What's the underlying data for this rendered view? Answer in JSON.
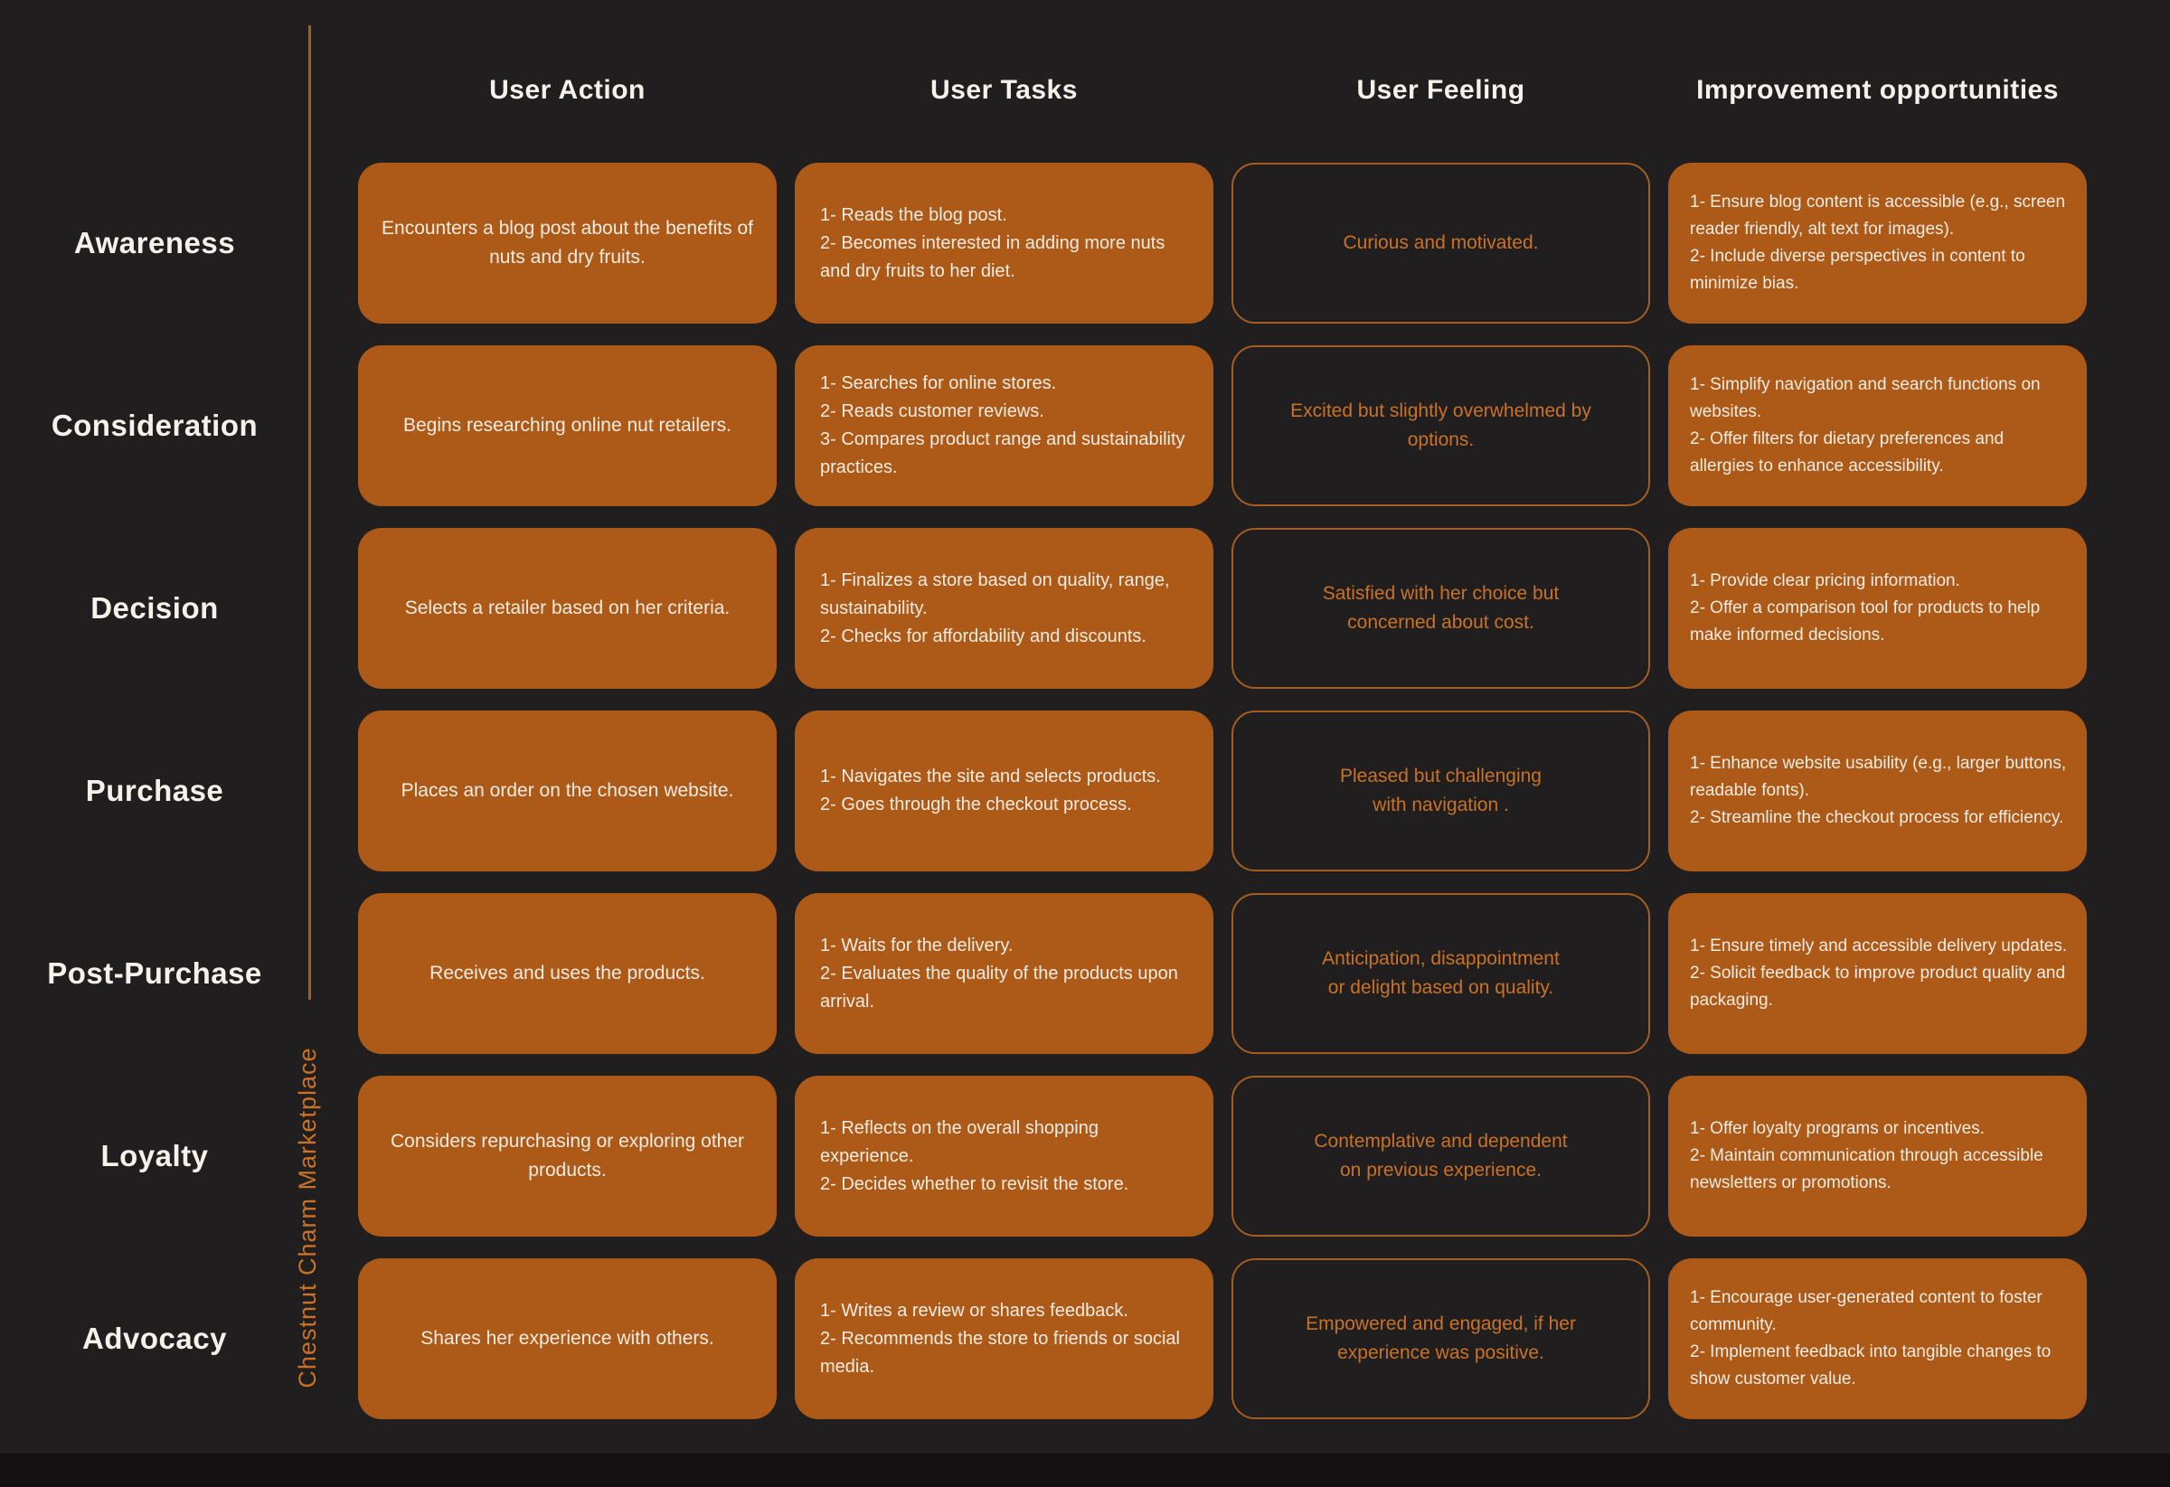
{
  "brand": {
    "vertical_label": "Chestnut Charm Marketplace"
  },
  "columns": [
    "User Action",
    "User Tasks",
    "User Feeling",
    "Improvement opportunities"
  ],
  "stages": [
    {
      "label": "Awareness",
      "user_action": "Encounters a blog post about the benefits of nuts and dry fruits.",
      "user_tasks": [
        "1- Reads the blog post.",
        "2- Becomes interested in adding more nuts and dry fruits to her diet."
      ],
      "user_feeling_lines": [
        "Curious and motivated."
      ],
      "improvement_opportunities": [
        "1- Ensure blog content is accessible (e.g., screen reader friendly, alt text for images).",
        "2- Include diverse perspectives in content to minimize bias."
      ]
    },
    {
      "label": "Consideration",
      "user_action": "Begins researching online nut retailers.",
      "user_tasks": [
        "1- Searches for online stores.",
        "2- Reads customer reviews.",
        "3- Compares product range and sustainability practices."
      ],
      "user_feeling_lines": [
        "Excited but slightly overwhelmed by",
        "options."
      ],
      "improvement_opportunities": [
        "1- Simplify navigation and search functions on websites.",
        "2- Offer filters for dietary preferences and allergies to enhance accessibility."
      ]
    },
    {
      "label": "Decision",
      "user_action": "Selects a retailer based on her criteria.",
      "user_tasks": [
        "1- Finalizes a store based on quality, range,  sustainability.",
        "2- Checks for affordability and discounts."
      ],
      "user_feeling_lines": [
        "Satisfied with her choice but",
        "concerned about cost."
      ],
      "improvement_opportunities": [
        "1- Provide clear pricing information.",
        "2- Offer a comparison tool for products to help make informed decisions."
      ]
    },
    {
      "label": "Purchase",
      "user_action": "Places an order on the chosen website.",
      "user_tasks": [
        "1- Navigates the site and selects products.",
        "2- Goes through the checkout process."
      ],
      "user_feeling_lines": [
        "Pleased but challenging",
        "with navigation ."
      ],
      "improvement_opportunities": [
        "1- Enhance website usability (e.g., larger buttons, readable fonts).",
        "2- Streamline the checkout process for efficiency."
      ]
    },
    {
      "label": "Post-Purchase",
      "user_action": "Receives and uses the products.",
      "user_tasks": [
        "1- Waits for the delivery.",
        "2- Evaluates the quality of the products upon arrival."
      ],
      "user_feeling_lines": [
        "Anticipation, disappointment",
        "or delight based on quality."
      ],
      "improvement_opportunities": [
        "1- Ensure timely and accessible delivery updates.",
        "2- Solicit feedback to improve product quality and packaging."
      ]
    },
    {
      "label": "Loyalty",
      "user_action": "Considers repurchasing or exploring other products.",
      "user_tasks": [
        "1- Reflects on the overall shopping experience.",
        "2- Decides whether to revisit the store."
      ],
      "user_feeling_lines": [
        "Contemplative and dependent",
        "on previous experience."
      ],
      "improvement_opportunities": [
        "1- Offer loyalty programs or incentives.",
        "2- Maintain communication through accessible newsletters or promotions."
      ]
    },
    {
      "label": "Advocacy",
      "user_action": "Shares her experience with others.",
      "user_tasks": [
        "1- Writes a review or shares feedback.",
        "2- Recommends the store to friends or social media."
      ],
      "user_feeling_lines": [
        "Empowered and engaged, if her",
        "experience was positive."
      ],
      "improvement_opportunities": [
        "1- Encourage user-generated content to foster community.",
        "2- Implement feedback into tangible changes to show customer value."
      ]
    }
  ],
  "colors": {
    "background": "#201e1e",
    "bottom_strip": "#131111",
    "card_fill": "#ad5a18",
    "card_text": "#f3ece2",
    "accent_orange": "#ca7226",
    "feeling_border": "#a55e20",
    "heading_text": "#f6f1ea"
  }
}
